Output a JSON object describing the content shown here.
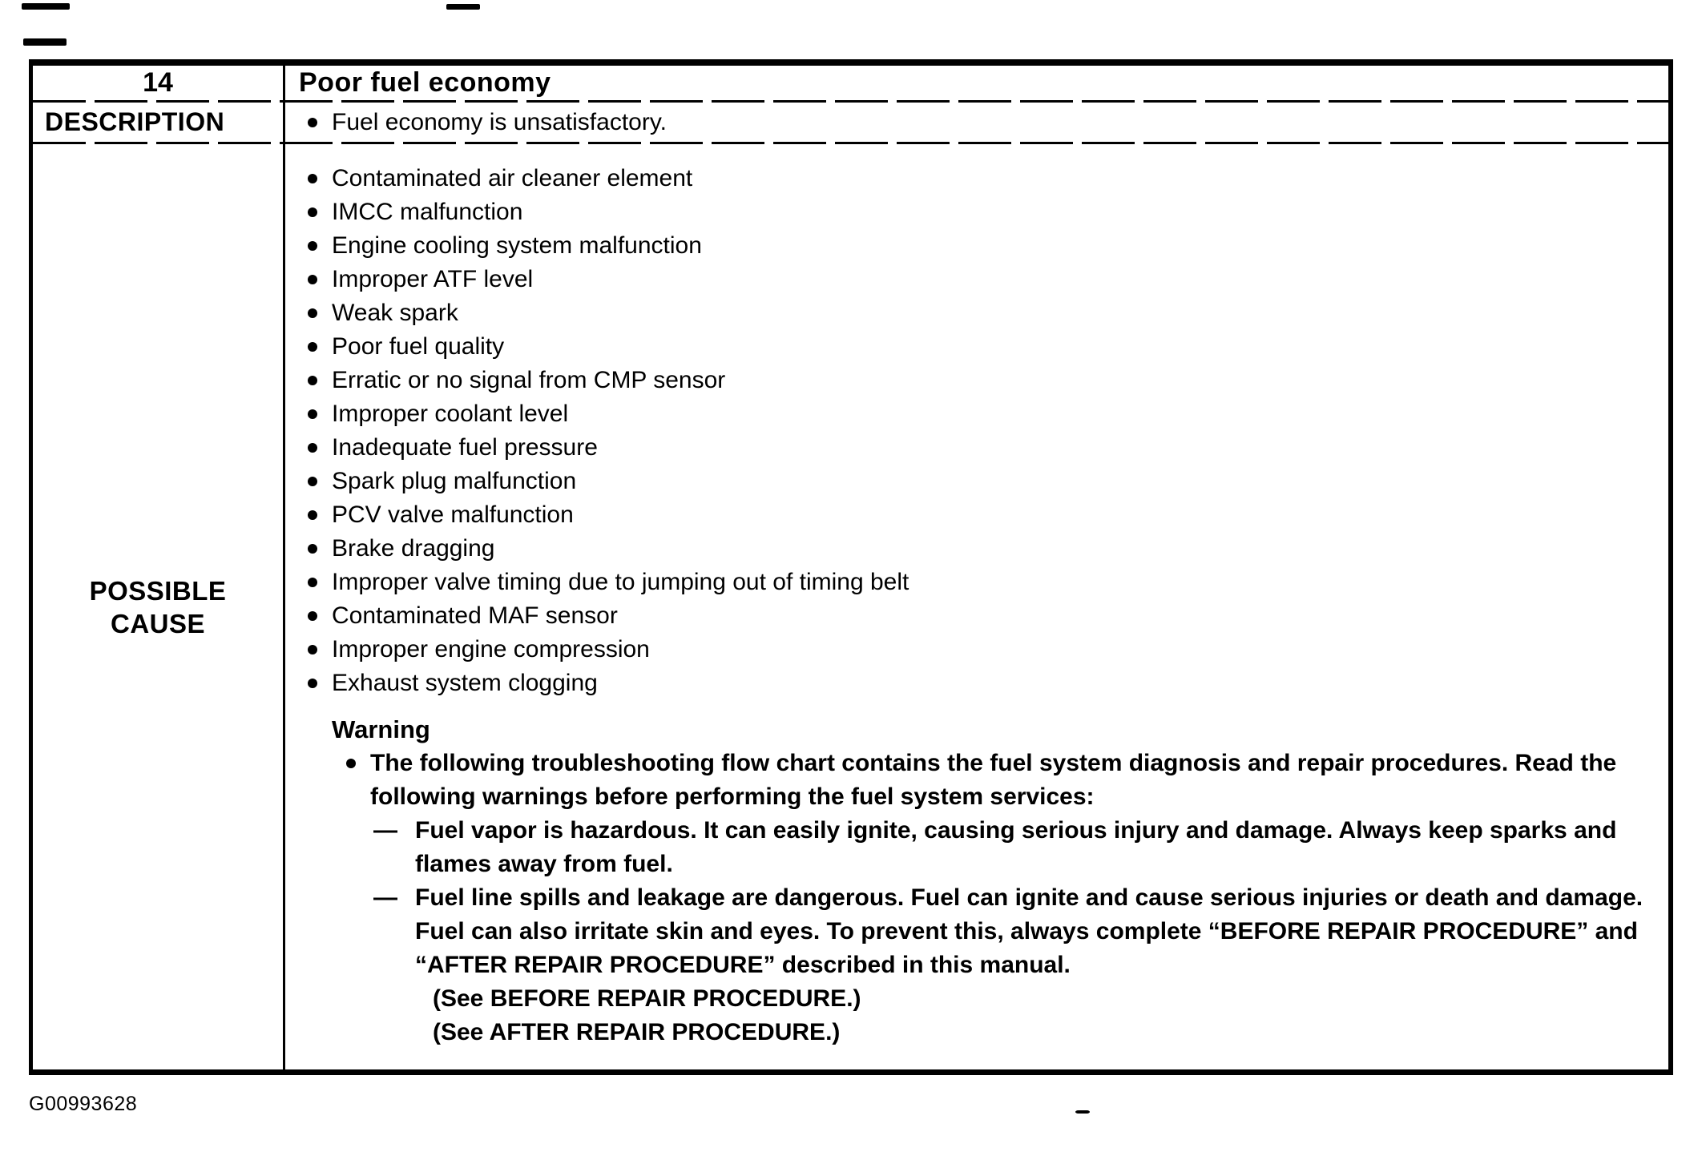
{
  "glyphs": {
    "bullet": "•",
    "dash": "—"
  },
  "doc": {
    "header": {
      "number": "14",
      "title": "Poor fuel economy"
    },
    "description": {
      "label": "DESCRIPTION",
      "items": [
        "Fuel economy is unsatisfactory."
      ]
    },
    "possible_cause": {
      "label": "POSSIBLE CAUSE",
      "causes": [
        "Contaminated air cleaner element",
        "IMCC malfunction",
        "Engine cooling system malfunction",
        "Improper ATF level",
        "Weak spark",
        "Poor fuel quality",
        "Erratic or no signal from CMP sensor",
        "Improper coolant level",
        "Inadequate fuel pressure",
        "Spark plug malfunction",
        "PCV valve malfunction",
        "Brake dragging",
        "Improper valve timing due to jumping out of timing belt",
        "Contaminated MAF sensor",
        "Improper engine compression",
        "Exhaust system clogging"
      ],
      "warning": {
        "heading": "Warning",
        "intro": "The following troubleshooting flow chart contains the fuel system diagnosis and repair procedures. Read the following warnings before performing the fuel system services:",
        "points": [
          "Fuel vapor is hazardous. It can easily ignite, causing serious injury and damage. Always keep sparks and flames away from fuel.",
          "Fuel line spills and leakage are dangerous. Fuel can ignite and cause serious injuries or death and damage. Fuel can also irritate skin and eyes. To prevent this, always complete “BEFORE REPAIR PROCEDURE” and “AFTER REPAIR PROCEDURE” described in this manual."
        ],
        "references": [
          "(See BEFORE REPAIR PROCEDURE.)",
          "(See AFTER REPAIR PROCEDURE.)"
        ]
      }
    },
    "figure_id": "G00993628"
  }
}
